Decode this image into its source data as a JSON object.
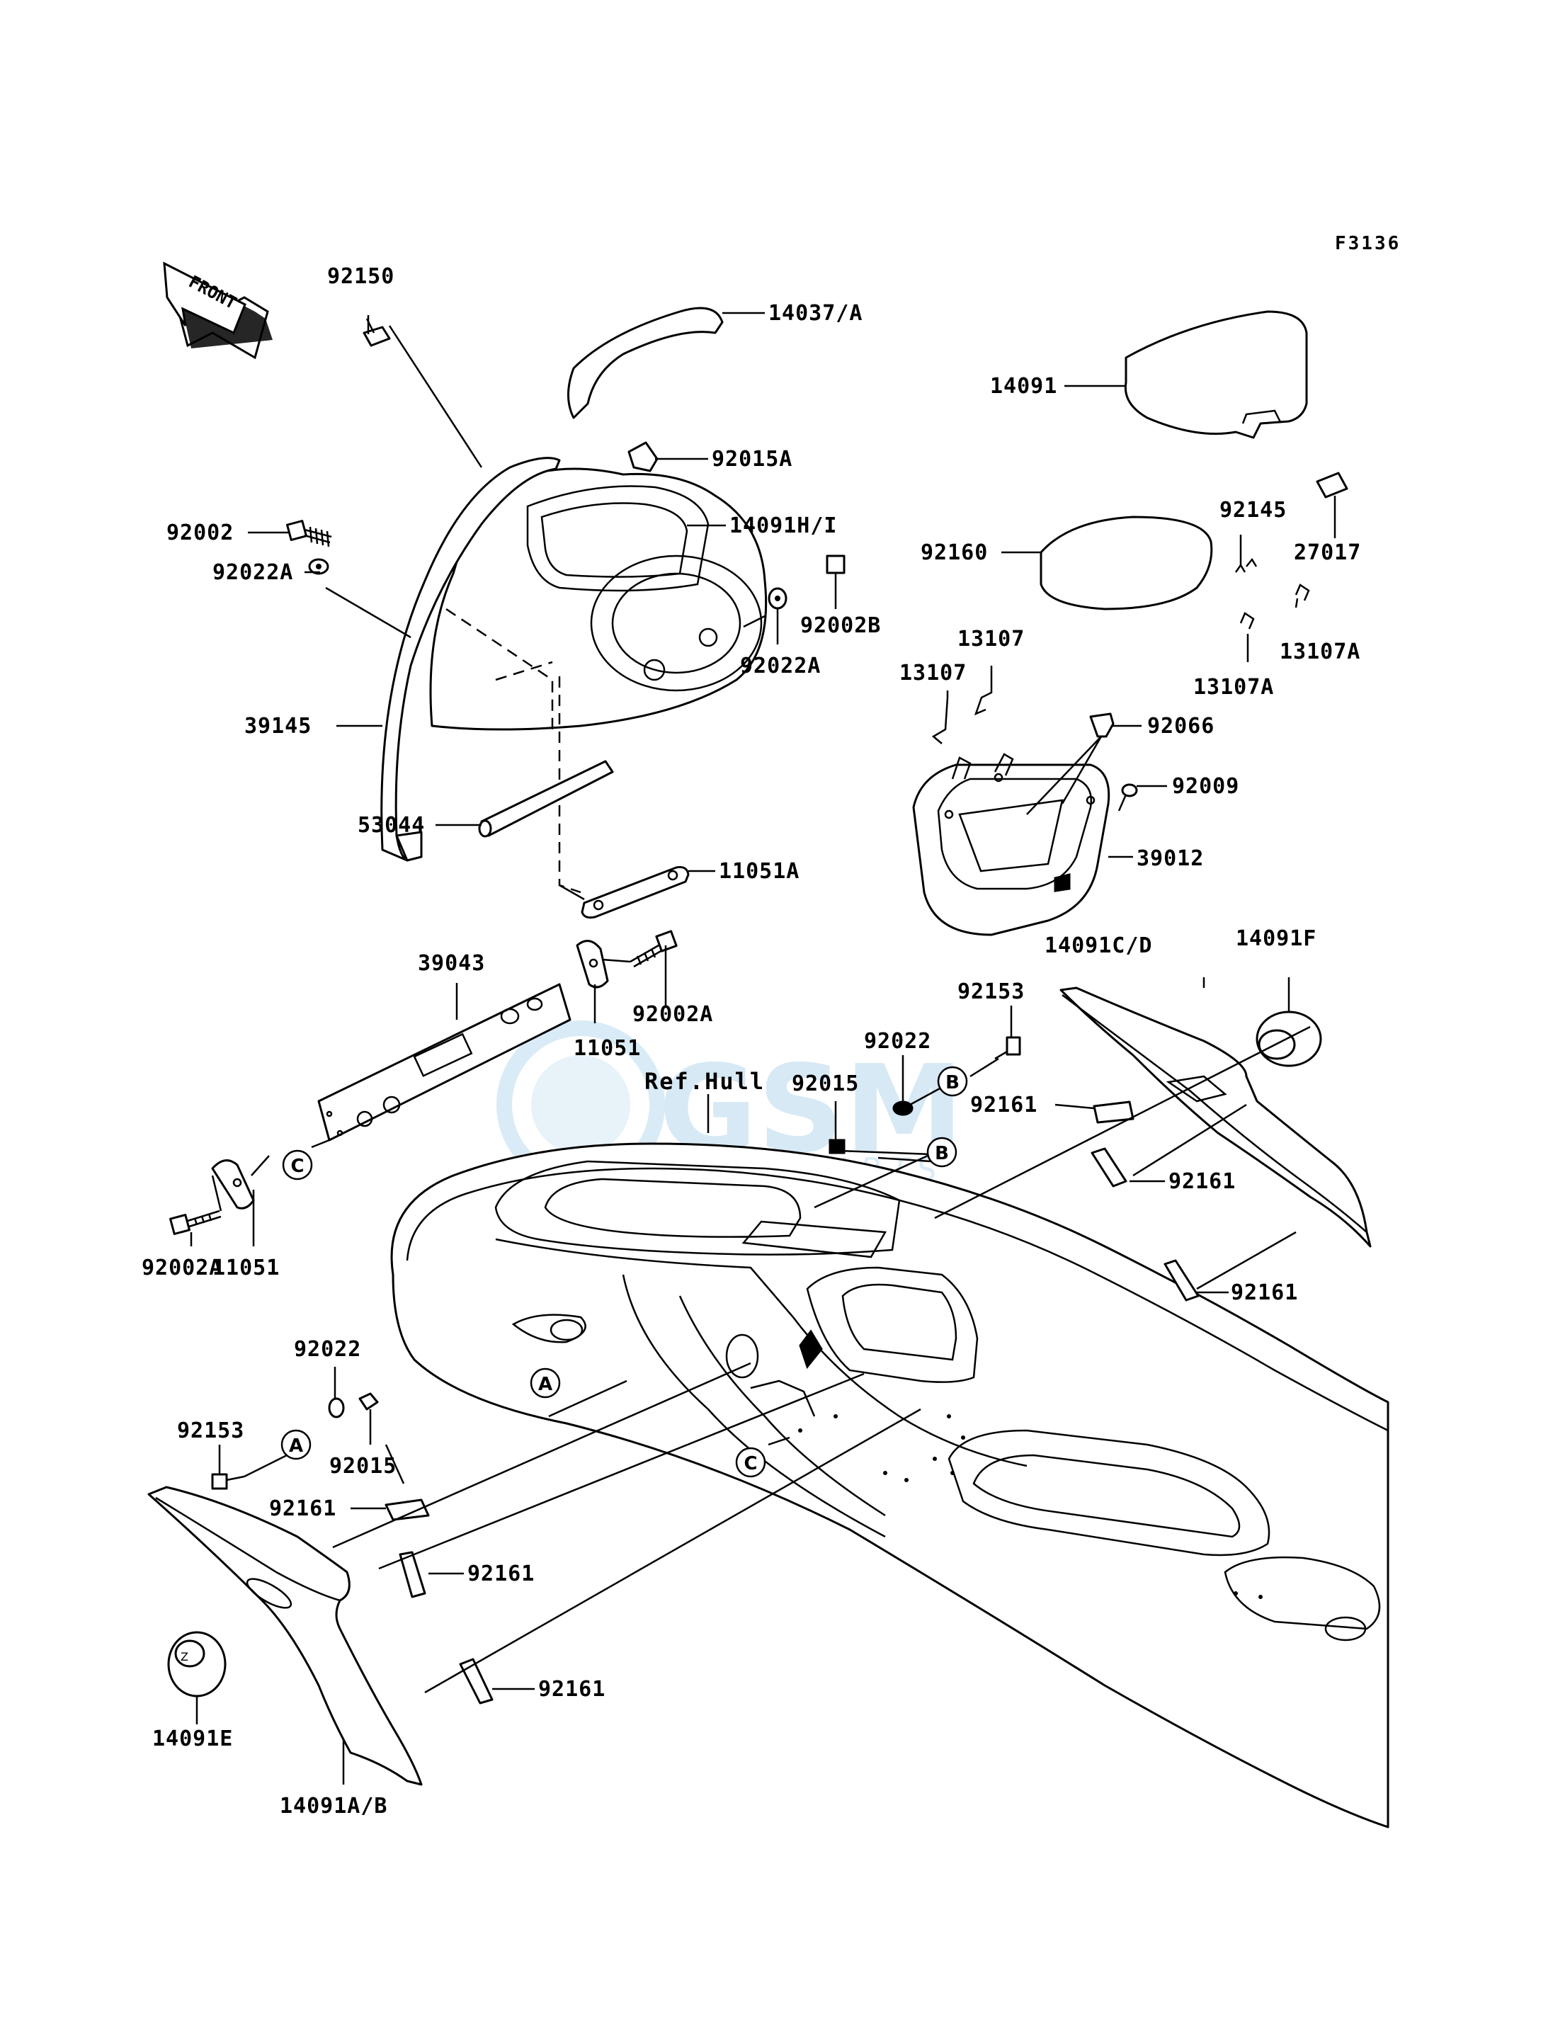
{
  "figure_code": "F3136",
  "front_arrow": "FRONT",
  "ref_label": "Ref.Hull",
  "watermark": {
    "brand": "GSM",
    "sub": "MOTORPARTS"
  },
  "markers": {
    "a": "A",
    "b": "B",
    "c": "C"
  },
  "parts": {
    "p92150": "92150",
    "p14037A": "14037/A",
    "p14091": "14091",
    "p92015A": "92015A",
    "p92002": "92002",
    "p14091HI": "14091H/I",
    "p92022A_left": "92022A",
    "p92145": "92145",
    "p27017": "27017",
    "p92160": "92160",
    "p92002B": "92002B",
    "p92022A_right": "92022A",
    "p13107_top": "13107",
    "p13107_left": "13107",
    "p13107A_right": "13107A",
    "p13107A_low": "13107A",
    "p39145": "39145",
    "p92066": "92066",
    "p92009": "92009",
    "p53044": "53044",
    "p39012": "39012",
    "p11051A": "11051A",
    "p14091CD": "14091C/D",
    "p14091F": "14091F",
    "p39043": "39043",
    "p92002A_top": "92002A",
    "p92153_top": "92153",
    "p11051_top": "11051",
    "p92022_mid": "92022",
    "p92015_mid": "92015",
    "p92161_r1": "92161",
    "p92161_r2": "92161",
    "p92161_r3": "92161",
    "p11051_bot": "11051",
    "p92002A_bot": "92002A",
    "p92022_low": "92022",
    "p92153_low": "92153",
    "p92015_low": "92015",
    "p92161_l1": "92161",
    "p92161_l2": "92161",
    "p92161_l3": "92161",
    "p14091E": "14091E",
    "p14091AB": "14091A/B"
  }
}
